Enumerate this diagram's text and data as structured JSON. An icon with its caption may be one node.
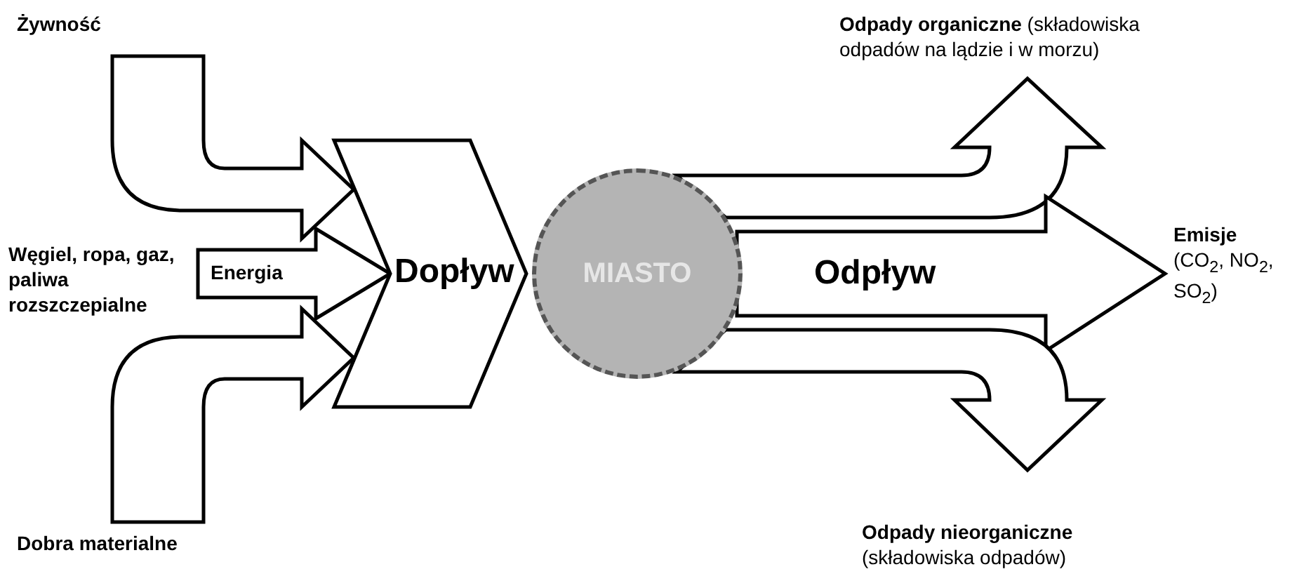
{
  "diagram": {
    "nodes": [
      {
        "text": [
          "Żywność"
        ]
      },
      {
        "text": [
          "Węgiel, ropa, gaz, paliwa rozszczepialne"
        ]
      },
      {
        "text": [
          "Dobra materialne"
        ]
      },
      {
        "text": [
          "Dopływ"
        ]
      },
      {
        "text": [
          "MIASTO"
        ]
      },
      {
        "text": [
          "**Odpady organiczne** (składowiska odpadów na lądzie i w morzu)"
        ]
      },
      {
        "text": [
          "**Emisje** (CO$_{2}$, NO$_{2}$, SO$_{2}$)"
        ]
      },
      {
        "text": [
          "**Odpady nieorganiczne** (składowiska odpadów)"
        ]
      }
    ],
    "edges": [
      {
        "from": 0,
        "to": 3,
        "arrow": "to"
      },
      {
        "from": 1,
        "to": 3,
        "arrow": "to",
        "label": "Energia"
      },
      {
        "from": 2,
        "to": 3,
        "arrow": "to"
      },
      {
        "from": 4,
        "to": 5,
        "arrow": "to"
      },
      {
        "from": 4,
        "to": 6,
        "arrow": "to",
        "label": "Odpływ"
      },
      {
        "from": 4,
        "to": 7,
        "arrow": "to"
      }
    ]
  }
}
